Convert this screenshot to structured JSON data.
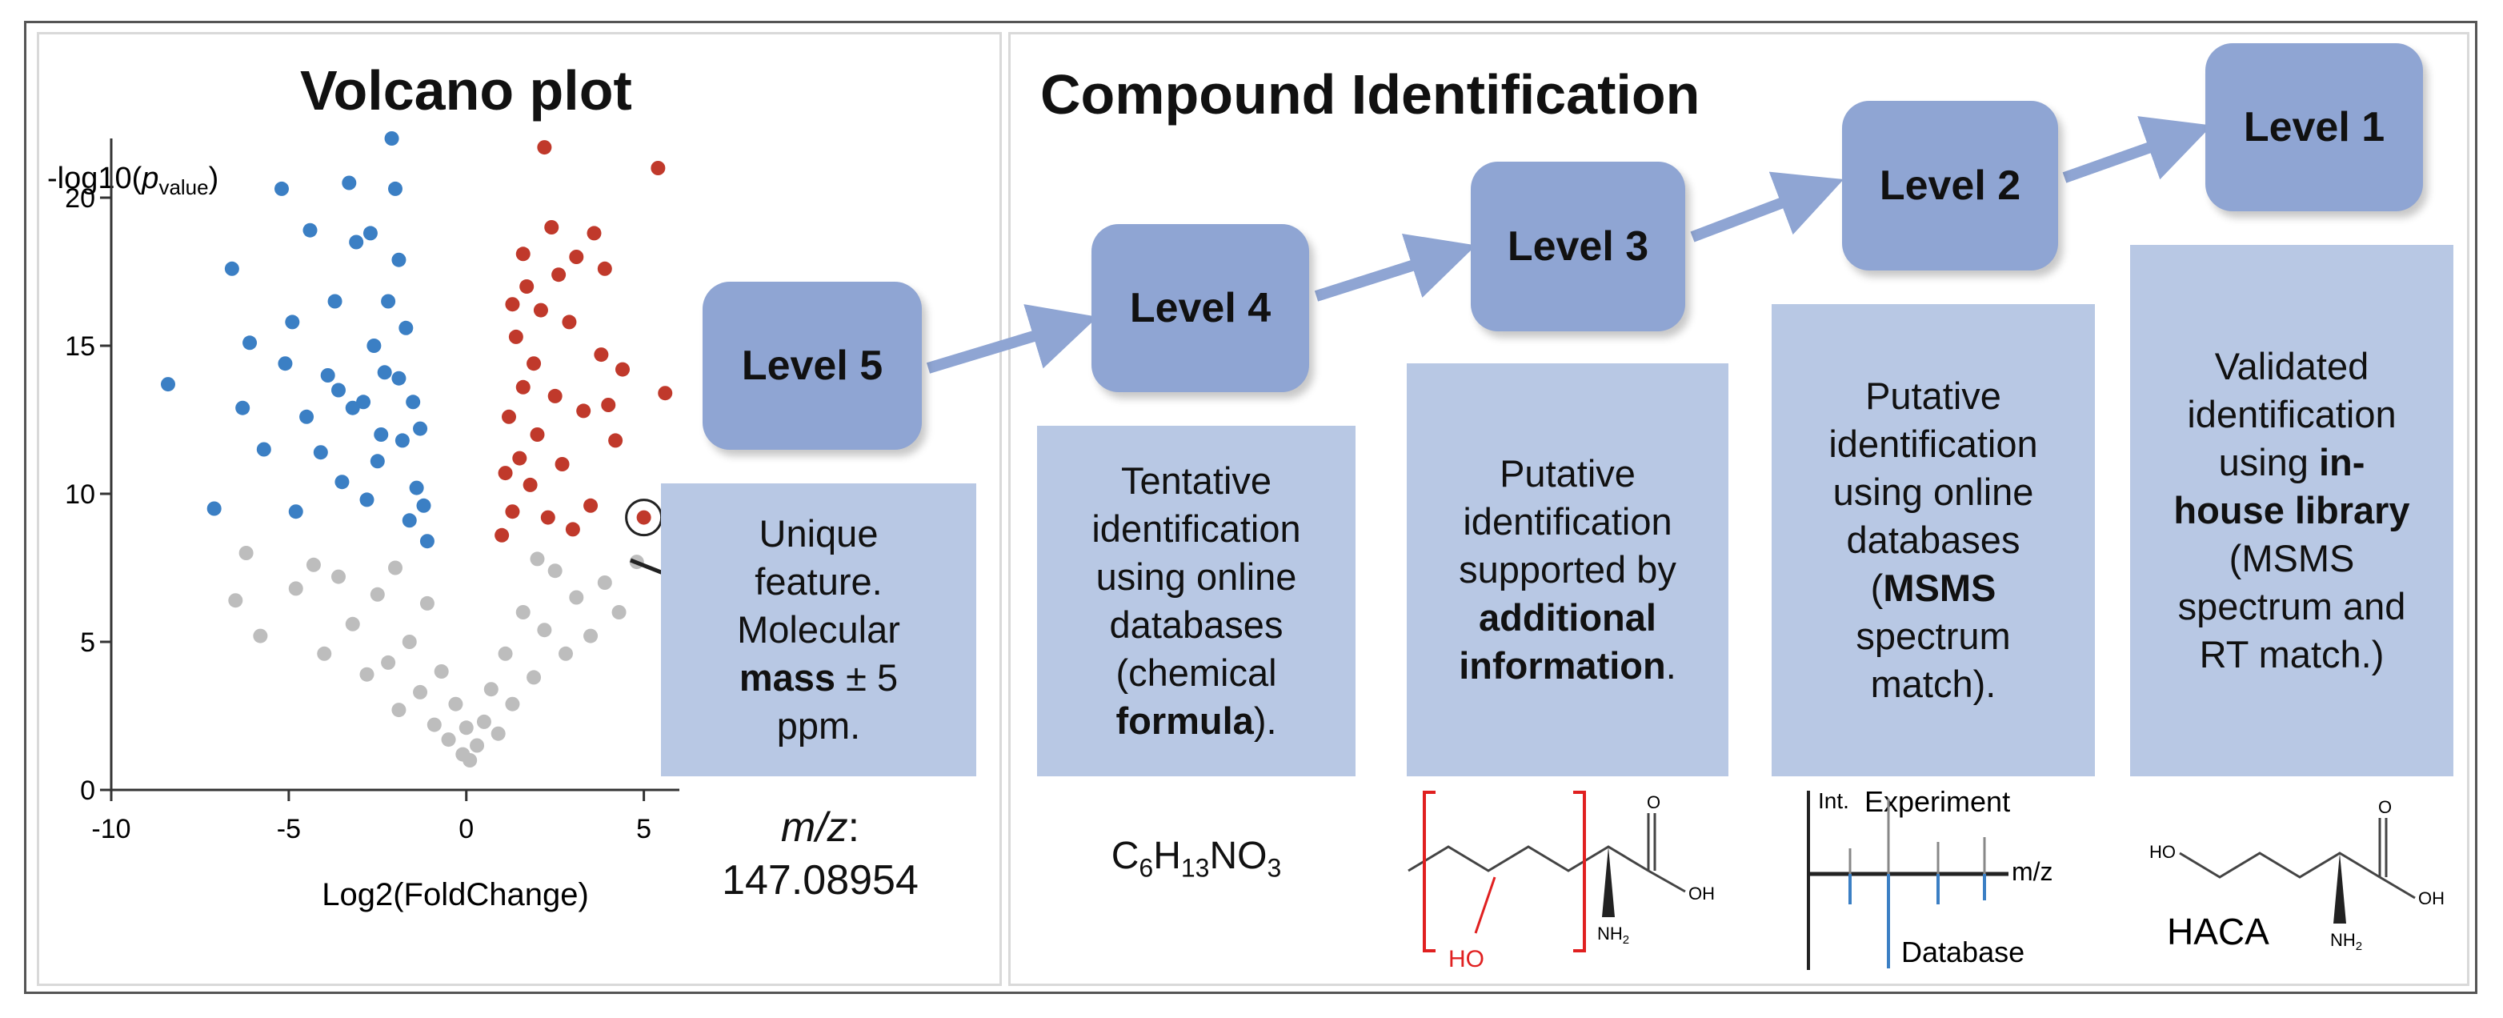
{
  "volcano": {
    "title": "Volcano plot",
    "ylabel_prefix": "-log10(",
    "ylabel_italic": "p",
    "ylabel_sub": "value",
    "ylabel_suffix": ")",
    "xlabel": "Log2(FoldChange)",
    "x_ticks": [
      "-10",
      "-5",
      "0",
      "5"
    ],
    "y_ticks": [
      "0",
      "5",
      "10",
      "15",
      "20"
    ],
    "colors": {
      "down": "#3b7fc4",
      "up": "#c0392b",
      "ns": "#bdbdbd"
    }
  },
  "chart_data": {
    "type": "scatter",
    "title": "Volcano plot",
    "xlabel": "Log2(FoldChange)",
    "ylabel": "-log10(p_value)",
    "xlim": [
      -10,
      6
    ],
    "ylim": [
      0,
      22
    ],
    "significance_threshold": 8.0,
    "series": [
      {
        "color": "#3b7fc4",
        "points": [
          [
            -8.4,
            13.7
          ],
          [
            -7.1,
            9.5
          ],
          [
            -6.6,
            17.6
          ],
          [
            -6.3,
            12.9
          ],
          [
            -6.1,
            15.1
          ],
          [
            -5.7,
            11.5
          ],
          [
            -5.2,
            20.3
          ],
          [
            -5.1,
            14.4
          ],
          [
            -4.8,
            9.4
          ],
          [
            -4.5,
            12.6
          ],
          [
            -4.4,
            18.9
          ],
          [
            -4.1,
            11.4
          ],
          [
            -3.9,
            14.0
          ],
          [
            -3.7,
            16.5
          ],
          [
            -3.5,
            10.4
          ],
          [
            -3.3,
            20.5
          ],
          [
            -3.2,
            12.9
          ],
          [
            -3.1,
            18.5
          ],
          [
            -2.9,
            13.1
          ],
          [
            -2.7,
            18.8
          ],
          [
            -2.6,
            15.0
          ],
          [
            -2.5,
            11.1
          ],
          [
            -2.3,
            14.1
          ],
          [
            -2.1,
            22.0
          ],
          [
            -2.0,
            20.3
          ],
          [
            -1.9,
            17.9
          ],
          [
            -1.8,
            11.8
          ],
          [
            -1.7,
            15.6
          ],
          [
            -1.6,
            9.1
          ],
          [
            -1.5,
            13.1
          ],
          [
            -1.4,
            10.2
          ],
          [
            -1.3,
            12.2
          ],
          [
            -1.2,
            9.6
          ],
          [
            -1.1,
            8.4
          ],
          [
            -2.2,
            16.5
          ],
          [
            -2.4,
            12.0
          ],
          [
            -1.9,
            13.9
          ],
          [
            -2.8,
            9.8
          ],
          [
            -3.6,
            13.5
          ],
          [
            -4.9,
            15.8
          ]
        ]
      },
      {
        "color": "#c0392b",
        "points": [
          [
            1.0,
            8.6
          ],
          [
            1.1,
            10.7
          ],
          [
            1.2,
            12.6
          ],
          [
            1.3,
            9.4
          ],
          [
            1.4,
            15.3
          ],
          [
            1.5,
            11.2
          ],
          [
            1.6,
            13.6
          ],
          [
            1.7,
            17.0
          ],
          [
            1.8,
            10.3
          ],
          [
            1.9,
            14.4
          ],
          [
            2.0,
            12.0
          ],
          [
            2.1,
            16.2
          ],
          [
            2.2,
            21.7
          ],
          [
            2.3,
            9.2
          ],
          [
            2.4,
            19.0
          ],
          [
            2.5,
            13.3
          ],
          [
            2.7,
            11.0
          ],
          [
            2.9,
            15.8
          ],
          [
            3.1,
            18.0
          ],
          [
            3.3,
            12.8
          ],
          [
            3.5,
            9.6
          ],
          [
            3.6,
            18.8
          ],
          [
            3.8,
            14.7
          ],
          [
            3.9,
            17.6
          ],
          [
            4.2,
            11.8
          ],
          [
            4.4,
            14.2
          ],
          [
            5.0,
            9.2
          ],
          [
            5.4,
            21.0
          ],
          [
            5.6,
            13.4
          ],
          [
            1.6,
            18.1
          ],
          [
            2.6,
            17.4
          ],
          [
            3.0,
            8.8
          ],
          [
            4.0,
            13.0
          ],
          [
            1.3,
            16.4
          ]
        ]
      },
      {
        "color": "#bdbdbd",
        "points": [
          [
            -6.5,
            6.4
          ],
          [
            -6.2,
            8.0
          ],
          [
            -5.8,
            5.2
          ],
          [
            -4.8,
            6.8
          ],
          [
            -4.0,
            4.6
          ],
          [
            -3.6,
            7.2
          ],
          [
            -3.2,
            5.6
          ],
          [
            -2.8,
            3.9
          ],
          [
            -2.5,
            6.6
          ],
          [
            -2.2,
            4.3
          ],
          [
            -1.9,
            2.7
          ],
          [
            -1.6,
            5.0
          ],
          [
            -1.3,
            3.3
          ],
          [
            -1.1,
            6.3
          ],
          [
            -0.9,
            2.2
          ],
          [
            -0.7,
            4.0
          ],
          [
            -0.5,
            1.7
          ],
          [
            -0.3,
            2.9
          ],
          [
            -0.1,
            1.2
          ],
          [
            0.1,
            1.0
          ],
          [
            0.3,
            1.5
          ],
          [
            0.5,
            2.3
          ],
          [
            0.7,
            3.4
          ],
          [
            0.9,
            1.9
          ],
          [
            1.1,
            4.6
          ],
          [
            1.3,
            2.9
          ],
          [
            1.6,
            6.0
          ],
          [
            1.9,
            3.8
          ],
          [
            2.2,
            5.4
          ],
          [
            2.5,
            7.4
          ],
          [
            2.8,
            4.6
          ],
          [
            3.1,
            6.5
          ],
          [
            3.5,
            5.2
          ],
          [
            3.9,
            7.0
          ],
          [
            4.3,
            6.0
          ],
          [
            4.8,
            7.7
          ],
          [
            -2.0,
            7.5
          ],
          [
            0.0,
            2.1
          ],
          [
            -4.3,
            7.6
          ],
          [
            2.0,
            7.8
          ]
        ]
      }
    ],
    "highlight": {
      "x": 5.0,
      "y": 9.2
    }
  },
  "identification": {
    "title": "Compound Identification",
    "levels": [
      {
        "label": "Level 5",
        "desc_parts": [
          [
            "Unique\nfeature.\nMolecular\n",
            false
          ],
          [
            "mass",
            true
          ],
          [
            " ± 5\nppm.",
            false
          ]
        ]
      },
      {
        "label": "Level 4",
        "desc_parts": [
          [
            "Tentative\nidentification\nusing online\ndatabases\n(chemical\n",
            false
          ],
          [
            "formula",
            true
          ],
          [
            ").",
            false
          ]
        ]
      },
      {
        "label": "Level 3",
        "desc_parts": [
          [
            "Putative\nidentification\nsupported by\n",
            false
          ],
          [
            "additional\ninformation",
            true
          ],
          [
            ".",
            false
          ]
        ]
      },
      {
        "label": "Level 2",
        "desc_parts": [
          [
            "Putative\nidentification\nusing online\ndatabases\n(",
            false
          ],
          [
            "MSMS",
            true
          ],
          [
            "\nspectrum\nmatch).",
            false
          ]
        ]
      },
      {
        "label": "Level 1",
        "desc_parts": [
          [
            "Validated\nidentification\nusing ",
            false
          ],
          [
            "in-\nhouse library",
            true
          ],
          [
            "\n(MSMS\nspectrum and\nRT match.)",
            false
          ]
        ]
      }
    ],
    "mz_label": "m/z",
    "mz_colon": ":",
    "mz_value": "147.08954",
    "formula": {
      "C": "C",
      "c_sub": "6",
      "H": "H",
      "h_sub": "13",
      "NO": "NO",
      "o_sub": "3"
    },
    "structure3": {
      "oh": "OH",
      "nh2": "NH",
      "nh2_sub": "2",
      "ho": "HO",
      "o": "O"
    },
    "spectrum": {
      "int": "Int.",
      "experiment": "Experiment",
      "mz": "m/z",
      "database": "Database"
    },
    "structure1": {
      "ho": "HO",
      "oh": "OH",
      "nh2": "NH",
      "nh2_sub": "2",
      "o": "O",
      "name": "HACA"
    }
  }
}
